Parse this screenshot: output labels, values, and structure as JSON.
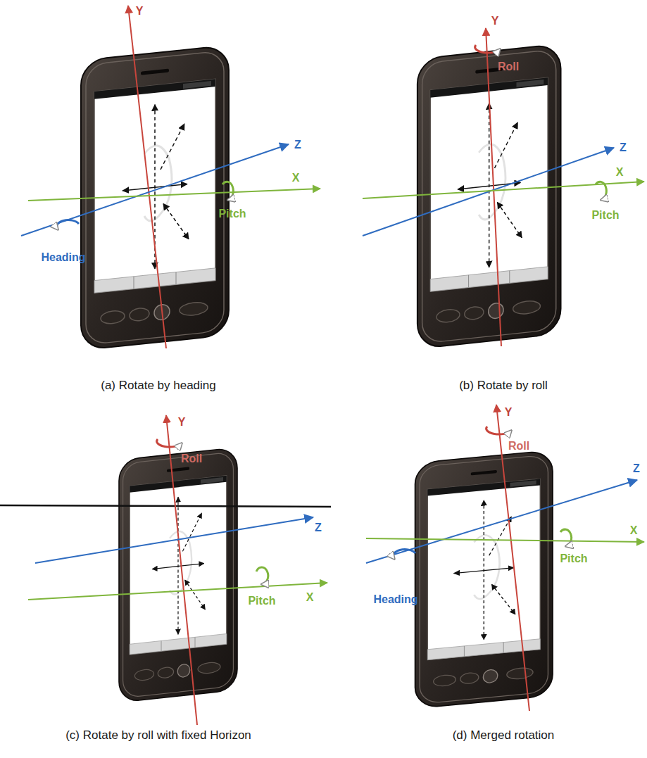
{
  "diagram": {
    "labels": [
      "Y",
      "Z",
      "X",
      "Pitch",
      "Heading",
      "(a) Rotate by heading",
      "Y",
      "Roll",
      "Z",
      "X",
      "Pitch",
      "(b) Rotate by roll",
      "Y",
      "Roll",
      "Z",
      "X",
      "Pitch",
      "(c) Rotate by roll with fixed Horizon",
      "Y",
      "Roll",
      "Z",
      "X",
      "Pitch",
      "Heading",
      "(d) Merged rotation"
    ]
  }
}
